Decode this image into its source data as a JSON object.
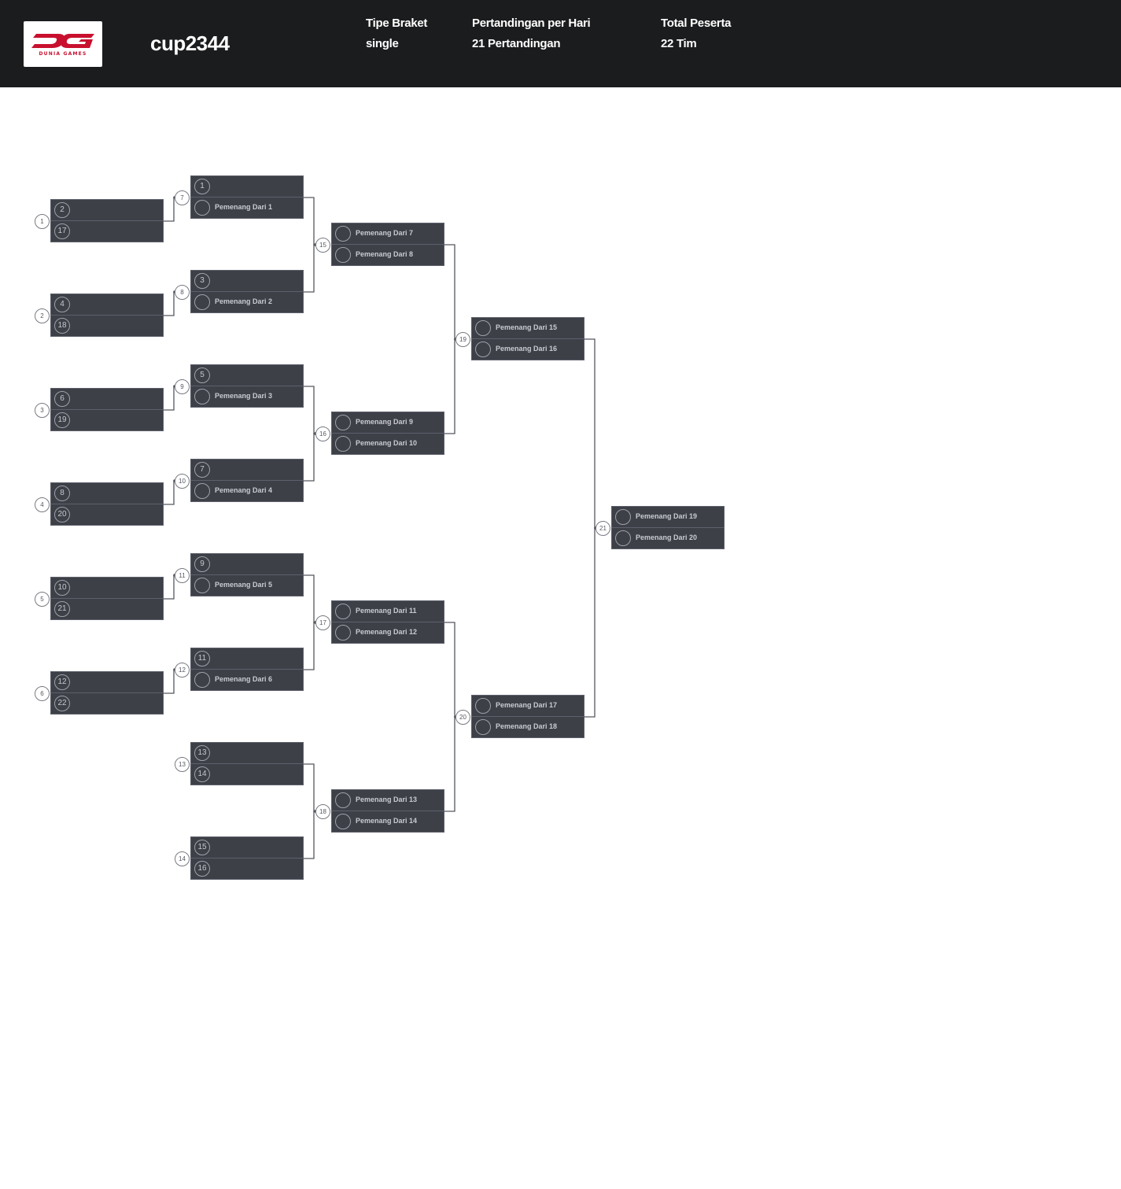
{
  "header": {
    "logo_alt": "Dunia Games",
    "logo_text": "DUNIA GAMES",
    "title": "cup2344",
    "bracket_type_label": "Tipe Braket",
    "bracket_type_value": "single",
    "matches_per_day_label": "Pertandingan per Hari",
    "matches_per_day_value": "21 Pertandingan",
    "total_participants_label": "Total Peserta",
    "total_participants_value": "22 Tim"
  },
  "colors": {
    "header_bg": "#1b1c1e",
    "slot_bg": "#3e4048",
    "brand_red": "#c8102e"
  },
  "matches": [
    {
      "number": "1",
      "round": 1,
      "slots": [
        {
          "seed": "2",
          "label": ""
        },
        {
          "seed": "17",
          "label": ""
        }
      ]
    },
    {
      "number": "2",
      "round": 1,
      "slots": [
        {
          "seed": "4",
          "label": ""
        },
        {
          "seed": "18",
          "label": ""
        }
      ]
    },
    {
      "number": "3",
      "round": 1,
      "slots": [
        {
          "seed": "6",
          "label": ""
        },
        {
          "seed": "19",
          "label": ""
        }
      ]
    },
    {
      "number": "4",
      "round": 1,
      "slots": [
        {
          "seed": "8",
          "label": ""
        },
        {
          "seed": "20",
          "label": ""
        }
      ]
    },
    {
      "number": "5",
      "round": 1,
      "slots": [
        {
          "seed": "10",
          "label": ""
        },
        {
          "seed": "21",
          "label": ""
        }
      ]
    },
    {
      "number": "6",
      "round": 1,
      "slots": [
        {
          "seed": "12",
          "label": ""
        },
        {
          "seed": "22",
          "label": ""
        }
      ]
    },
    {
      "number": "7",
      "round": 2,
      "slots": [
        {
          "seed": "1",
          "label": ""
        },
        {
          "seed": "",
          "label": "Pemenang Dari 1"
        }
      ]
    },
    {
      "number": "8",
      "round": 2,
      "slots": [
        {
          "seed": "3",
          "label": ""
        },
        {
          "seed": "",
          "label": "Pemenang Dari 2"
        }
      ]
    },
    {
      "number": "9",
      "round": 2,
      "slots": [
        {
          "seed": "5",
          "label": ""
        },
        {
          "seed": "",
          "label": "Pemenang Dari 3"
        }
      ]
    },
    {
      "number": "10",
      "round": 2,
      "slots": [
        {
          "seed": "7",
          "label": ""
        },
        {
          "seed": "",
          "label": "Pemenang Dari 4"
        }
      ]
    },
    {
      "number": "11",
      "round": 2,
      "slots": [
        {
          "seed": "9",
          "label": ""
        },
        {
          "seed": "",
          "label": "Pemenang Dari 5"
        }
      ]
    },
    {
      "number": "12",
      "round": 2,
      "slots": [
        {
          "seed": "11",
          "label": ""
        },
        {
          "seed": "",
          "label": "Pemenang Dari 6"
        }
      ]
    },
    {
      "number": "13",
      "round": 2,
      "slots": [
        {
          "seed": "13",
          "label": ""
        },
        {
          "seed": "14",
          "label": ""
        }
      ]
    },
    {
      "number": "14",
      "round": 2,
      "slots": [
        {
          "seed": "15",
          "label": ""
        },
        {
          "seed": "16",
          "label": ""
        }
      ]
    },
    {
      "number": "15",
      "round": 3,
      "slots": [
        {
          "seed": "",
          "label": "Pemenang Dari 7"
        },
        {
          "seed": "",
          "label": "Pemenang Dari 8"
        }
      ]
    },
    {
      "number": "16",
      "round": 3,
      "slots": [
        {
          "seed": "",
          "label": "Pemenang Dari 9"
        },
        {
          "seed": "",
          "label": "Pemenang Dari 10"
        }
      ]
    },
    {
      "number": "17",
      "round": 3,
      "slots": [
        {
          "seed": "",
          "label": "Pemenang Dari 11"
        },
        {
          "seed": "",
          "label": "Pemenang Dari 12"
        }
      ]
    },
    {
      "number": "18",
      "round": 3,
      "slots": [
        {
          "seed": "",
          "label": "Pemenang Dari 13"
        },
        {
          "seed": "",
          "label": "Pemenang Dari 14"
        }
      ]
    },
    {
      "number": "19",
      "round": 4,
      "slots": [
        {
          "seed": "",
          "label": "Pemenang Dari 15"
        },
        {
          "seed": "",
          "label": "Pemenang Dari 16"
        }
      ]
    },
    {
      "number": "20",
      "round": 4,
      "slots": [
        {
          "seed": "",
          "label": "Pemenang Dari 17"
        },
        {
          "seed": "",
          "label": "Pemenang Dari 18"
        }
      ]
    },
    {
      "number": "21",
      "round": 5,
      "slots": [
        {
          "seed": "",
          "label": "Pemenang Dari 19"
        },
        {
          "seed": "",
          "label": "Pemenang Dari 20"
        }
      ]
    }
  ]
}
